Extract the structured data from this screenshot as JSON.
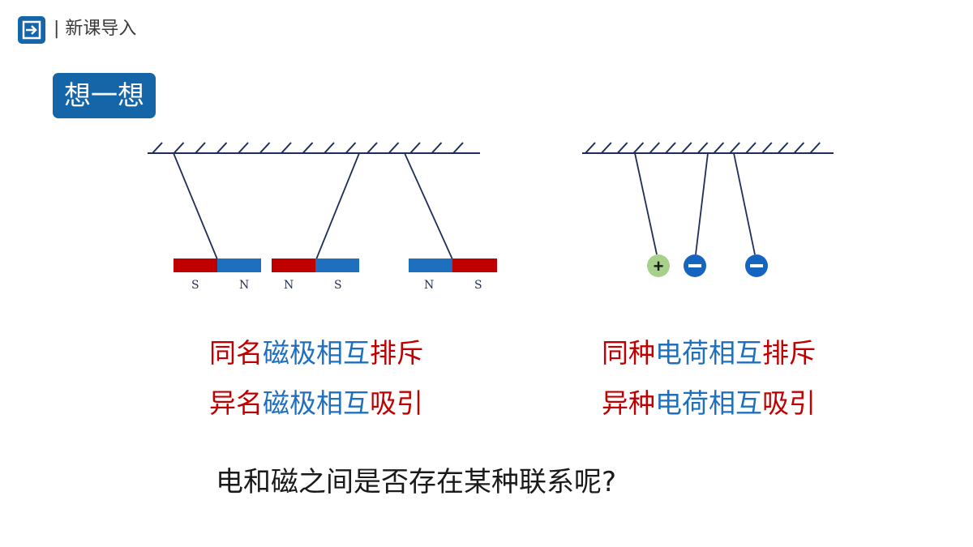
{
  "header": {
    "section_title": "| 新课导入",
    "logo_icon": "return-box-icon"
  },
  "badge": {
    "label": "想一想"
  },
  "magnets": {
    "poles": [
      {
        "id": "a-left",
        "label": "S"
      },
      {
        "id": "a-right",
        "label": "N"
      },
      {
        "id": "b-left",
        "label": "N"
      },
      {
        "id": "b-right",
        "label": "S"
      },
      {
        "id": "c-left",
        "label": "N"
      },
      {
        "id": "c-right",
        "label": "S"
      }
    ]
  },
  "charges": {
    "balls": [
      {
        "sign": "+",
        "color": "#a8d08d"
      },
      {
        "sign": "−",
        "color": "#1565c0"
      },
      {
        "sign": "−",
        "color": "#1565c0"
      }
    ]
  },
  "left_text": {
    "line1": {
      "p1": "同名",
      "p2": "磁极相互",
      "p3": "排斥"
    },
    "line2": {
      "p1": "异名",
      "p2": "磁极相互",
      "p3": "吸引"
    }
  },
  "right_text": {
    "line1": {
      "p1": "同种",
      "p2": "电荷相互",
      "p3": "排斥"
    },
    "line2": {
      "p1": "异种",
      "p2": "电荷相互",
      "p3": "吸引"
    }
  },
  "question": "电和磁之间是否存在某种联系呢?",
  "colors": {
    "red": "#c00000",
    "blue": "#1f6fbf",
    "badge": "#1565a9"
  }
}
